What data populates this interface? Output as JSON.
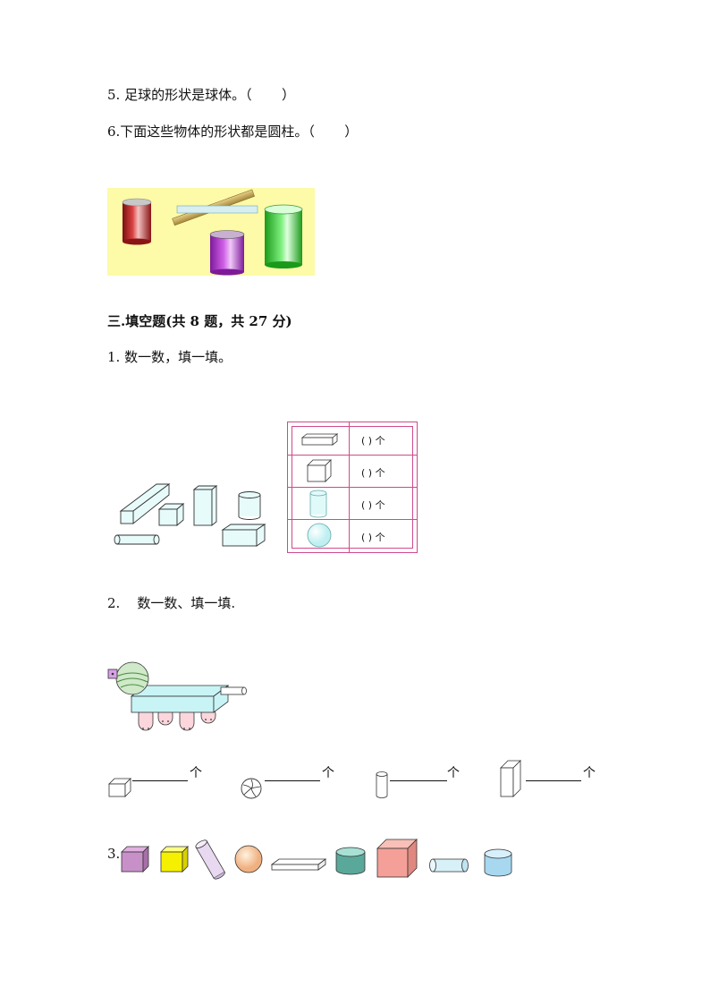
{
  "q5": {
    "text": "5. 足球的形状是球体。（       ）"
  },
  "q6": {
    "text": "6.下面这些物体的形状都是圆柱。（       ）"
  },
  "section3": {
    "title": "三.填空题(共 8 题，共 27 分)"
  },
  "fill1": {
    "text": "1. 数一数，填一填。",
    "table_rows": [
      {
        "shape_icon": "cuboid-icon",
        "answer": "(    ) 个"
      },
      {
        "shape_icon": "cube-icon",
        "answer": "(    ) 个"
      },
      {
        "shape_icon": "cylinder-icon",
        "answer": "(    ) 个"
      },
      {
        "shape_icon": "sphere-icon",
        "answer": "(    ) 个"
      }
    ]
  },
  "fill2": {
    "text": "2.    数一数、填一填.",
    "counts": [
      {
        "icon": "cube-icon",
        "unit": "个"
      },
      {
        "icon": "sphere-icon",
        "unit": "个"
      },
      {
        "icon": "cylinder-icon",
        "unit": "个"
      },
      {
        "icon": "cuboid-icon",
        "unit": "个"
      }
    ]
  },
  "fill3": {
    "number": "3."
  },
  "colors": {
    "table_border": "#d04a8a",
    "image_bg": "#fdfaa8"
  }
}
